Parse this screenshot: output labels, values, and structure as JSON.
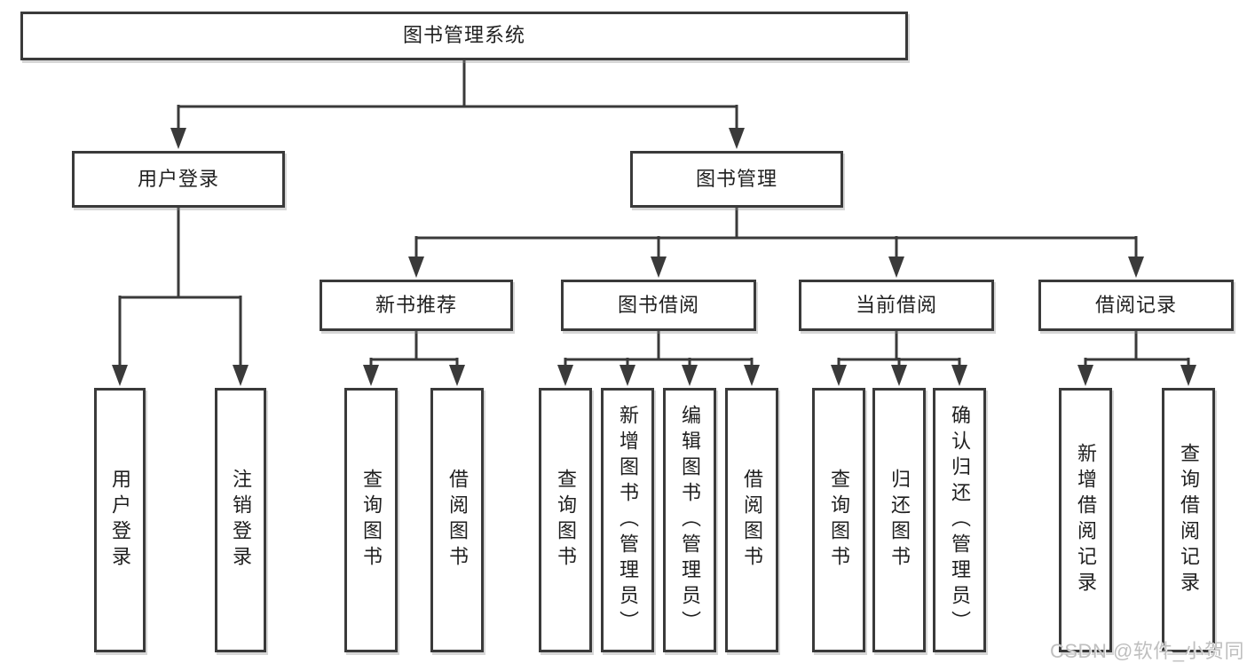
{
  "diagram": {
    "root": {
      "label": "图书管理系统",
      "children": [
        {
          "label": "用户登录",
          "children": [
            {
              "label": "用户登录"
            },
            {
              "label": "注销登录"
            }
          ]
        },
        {
          "label": "图书管理",
          "children": [
            {
              "label": "新书推荐",
              "children": [
                {
                  "label": "查询图书"
                },
                {
                  "label": "借阅图书"
                }
              ]
            },
            {
              "label": "图书借阅",
              "children": [
                {
                  "label": "查询图书"
                },
                {
                  "label": "新增图书（管理员）"
                },
                {
                  "label": "编辑图书（管理员）"
                },
                {
                  "label": "借阅图书"
                }
              ]
            },
            {
              "label": "当前借阅",
              "children": [
                {
                  "label": "查询图书"
                },
                {
                  "label": "归还图书"
                },
                {
                  "label": "确认归还（管理员）"
                }
              ]
            },
            {
              "label": "借阅记录",
              "children": [
                {
                  "label": "新增借阅记录"
                },
                {
                  "label": "查询借阅记录"
                }
              ]
            }
          ]
        }
      ]
    }
  },
  "watermark": {
    "text": "CSDN @软件_小贺同学"
  },
  "colors": {
    "line": "#3a3a3a",
    "box_border": "#3a3a3a",
    "text": "#1f1f1f",
    "background": "#ffffff",
    "watermark": "#bfbfbf"
  }
}
